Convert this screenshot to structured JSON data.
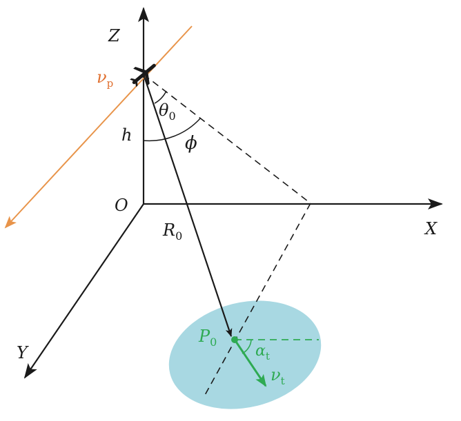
{
  "diagram": {
    "labels": {
      "z_axis": "Z",
      "x_axis": "X",
      "y_axis": "Y",
      "origin": "O",
      "height": "h",
      "range": "R",
      "range_sub": "0",
      "theta": "θ",
      "theta_sub": "0",
      "phi": "ϕ",
      "platform_velocity": "ν",
      "platform_velocity_sub": "p",
      "target_point": "P",
      "target_point_sub": "0",
      "target_velocity": "ν",
      "target_velocity_sub": "t",
      "alpha": "α",
      "alpha_sub": "t"
    },
    "colors": {
      "axes": "#1a1a1a",
      "platform_track": "#e8944a",
      "platform_velocity_label": "#e07030",
      "target_region_fill": "#a8d8e2",
      "target": "#2eaa52",
      "dashed": "#1a1a1a"
    },
    "icons": {
      "platform": "airplane-icon"
    }
  }
}
